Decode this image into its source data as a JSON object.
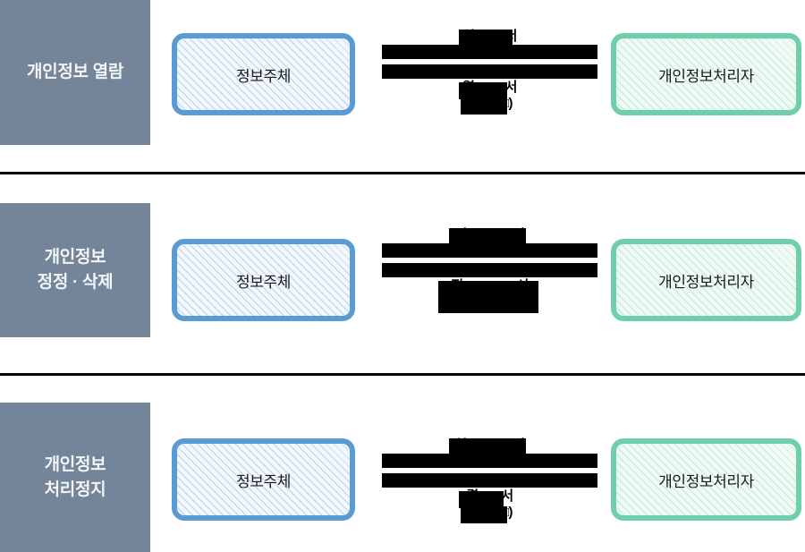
{
  "diagram": {
    "title_visible": false,
    "colors": {
      "panel_bg": "#74859a",
      "panel_text": "#f2f5f8",
      "subject_border": "#5b9bd5",
      "controller_border": "#6ed0a8",
      "redaction": "#000000",
      "divider": "#000000",
      "page_bg": "#ffffff"
    },
    "actors": {
      "subject_label": "정보주체",
      "controller_label": "개인정보처리자"
    },
    "sections": [
      {
        "id": "access",
        "panel_label": "개인정보 열람",
        "subject_label": "정보주체",
        "controller_label": "개인정보처리자",
        "request_caption": "열□□□□서",
        "request_caption_visible_prefix": "열",
        "request_caption_visible_suffix": "서",
        "response_caption": "열□□□□서\n(1□□□□)",
        "response_caption_line1_prefix": "열",
        "response_caption_line1_suffix": "서",
        "response_caption_line2_prefix": "(1",
        "response_caption_line2_suffix": ")",
        "request_arrow_redacted": true,
        "response_arrow_redacted": true
      },
      {
        "id": "correction-deletion",
        "panel_label": "개인정보\n정정 · 삭제",
        "subject_label": "정보주체",
        "controller_label": "개인정보처리자",
        "request_caption": "정□□□□□□서",
        "request_caption_visible_prefix": "정",
        "request_caption_visible_suffix": "서",
        "response_caption": "정□□□□□□□서",
        "response_caption_line1_prefix": "정",
        "response_caption_line1_suffix": "서",
        "response_caption_line2_prefix": "",
        "response_caption_line2_suffix": "",
        "request_arrow_redacted": true,
        "response_arrow_redacted": true
      },
      {
        "id": "processing-suspension",
        "panel_label": "개인정보\n처리정지",
        "subject_label": "정보주체",
        "controller_label": "개인정보처리자",
        "request_caption": "처□□□□□□서",
        "request_caption_visible_prefix": "처",
        "request_caption_visible_suffix": "서",
        "response_caption": "결□□□서\n(1□□□□)",
        "response_caption_line1_prefix": "결",
        "response_caption_line1_suffix": "서",
        "response_caption_line2_prefix": "(1",
        "response_caption_line2_suffix": ")",
        "request_arrow_redacted": true,
        "response_arrow_redacted": true
      }
    ]
  }
}
